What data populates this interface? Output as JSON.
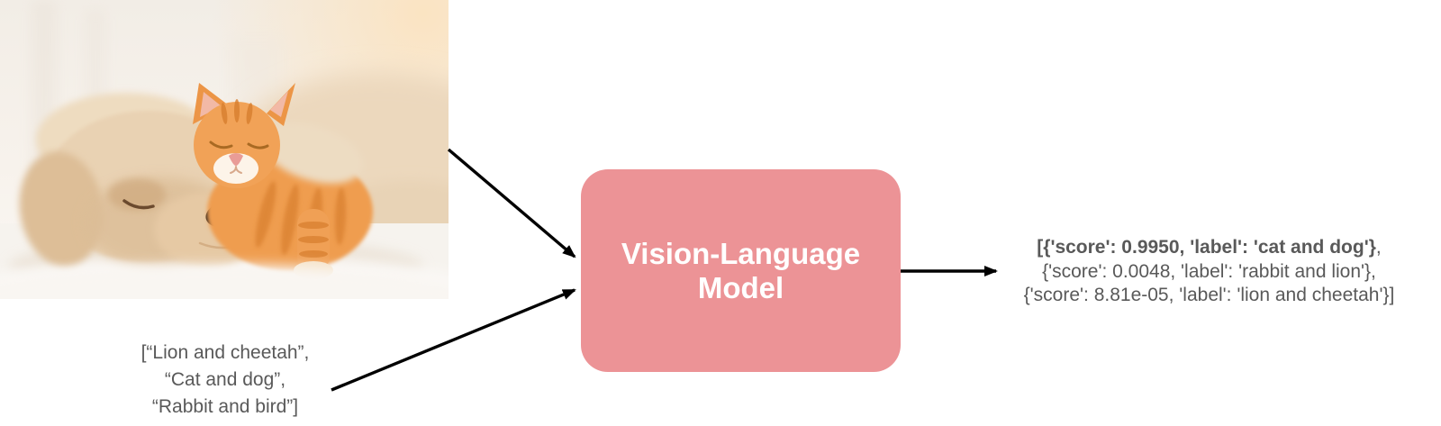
{
  "photo": {
    "alt": "Photo of a cream puppy sleeping on a white blanket with an orange tabby kitten resting on its head"
  },
  "prompt_list": {
    "lines": [
      "[“Lion and cheetah”,",
      "“Cat and dog”,",
      "“Rabbit and bird”]"
    ],
    "color": "#595959"
  },
  "model_box": {
    "label_line1": "Vision-Language",
    "label_line2": "Model",
    "fill": "#EC9396",
    "text_color": "#FFFFFF"
  },
  "output": {
    "line1_bold": "[{'score': 0.9950, 'label': 'cat and dog'}",
    "line1_tail": ",",
    "line2": "{'score': 0.0048, 'label': 'rabbit and lion'},",
    "line3": "{'score': 8.81e-05, 'label': 'lion and cheetah'}]",
    "color": "#595959"
  },
  "arrows": {
    "color": "#000000",
    "items": [
      "image-to-model",
      "prompts-to-model",
      "model-to-output"
    ]
  }
}
